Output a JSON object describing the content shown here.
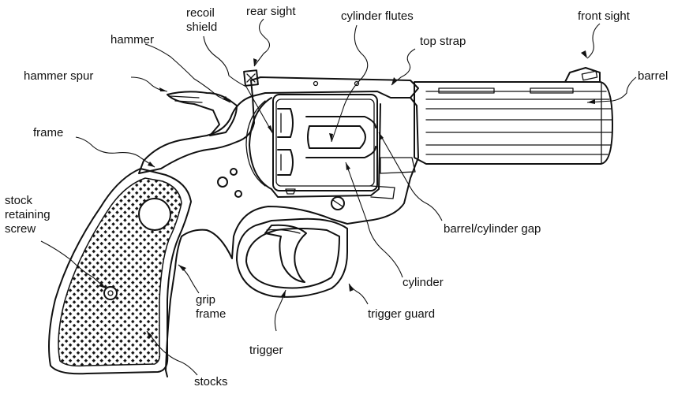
{
  "labels": {
    "recoil_shield": "recoil\nshield",
    "rear_sight": "rear sight",
    "cylinder_flutes": "cylinder flutes",
    "front_sight": "front sight",
    "hammer": "hammer",
    "top_strap": "top strap",
    "hammer_spur": "hammer spur",
    "barrel": "barrel",
    "frame": "frame",
    "stock_retaining_screw": "stock\nretaining\nscrew",
    "barrel_cylinder_gap": "barrel/cylinder gap",
    "cylinder": "cylinder",
    "grip_frame": "grip\nframe",
    "trigger_guard": "trigger guard",
    "trigger": "trigger",
    "stocks": "stocks"
  }
}
